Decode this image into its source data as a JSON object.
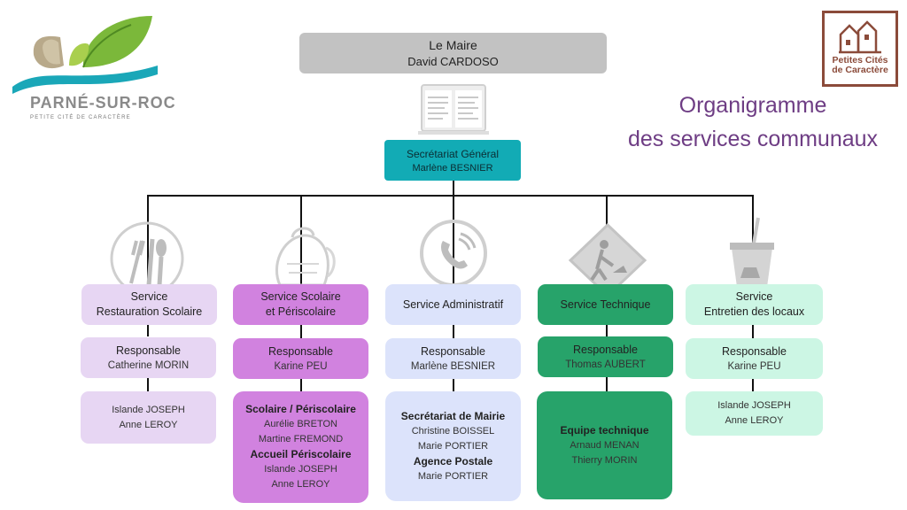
{
  "logos": {
    "left": {
      "name": "PARNÉ-SUR-ROC",
      "tagline": "PETITE CITÉ DE CARACTÈRE"
    },
    "right": {
      "label_line1": "Petites Cités",
      "label_line2": "de Caractère"
    }
  },
  "title": {
    "line1": "Organigramme",
    "line2": "des services communaux"
  },
  "mayor": {
    "role": "Le Maire",
    "name": "David CARDOSO"
  },
  "secretariat": {
    "role": "Secrétariat Général",
    "name": "Marlène BESNIER"
  },
  "services": [
    {
      "title_line1": "Service",
      "title_line2": "Restauration Scolaire",
      "responsable_label": "Responsable",
      "responsable_name": "Catherine MORIN",
      "staff": [
        "Islande JOSEPH",
        "Anne LEROY"
      ]
    },
    {
      "title_line1": "Service Scolaire",
      "title_line2": "et Périscolaire",
      "responsable_label": "Responsable",
      "responsable_name": "Karine PEU",
      "group1_title": "Scolaire / Périscolaire",
      "group1_staff": [
        "Aurélie BRETON",
        "Martine FREMOND"
      ],
      "group2_title": "Accueil Périscolaire",
      "group2_staff": [
        "Islande JOSEPH",
        "Anne LEROY"
      ]
    },
    {
      "title_line1": "Service Administratif",
      "responsable_label": "Responsable",
      "responsable_name": "Marlène BESNIER",
      "group1_title": "Secrétariat de Mairie",
      "group1_staff": [
        "Christine BOISSEL",
        "Marie PORTIER"
      ],
      "group2_title": "Agence Postale",
      "group2_staff": [
        "Marie PORTIER"
      ]
    },
    {
      "title_line1": "Service Technique",
      "responsable_label": "Responsable",
      "responsable_name": "Thomas AUBERT",
      "group1_title": "Equipe technique",
      "group1_staff": [
        "Arnaud MENAN",
        "Thierry MORIN"
      ]
    },
    {
      "title_line1": "Service",
      "title_line2": "Entretien des locaux",
      "responsable_label": "Responsable",
      "responsable_name": "Karine PEU",
      "staff": [
        "Islande JOSEPH",
        "Anne LEROY"
      ]
    }
  ],
  "colors": {
    "mayor": "#c2c2c2",
    "secretariat": "#12abb5",
    "restauration": "#e7d6f3",
    "scolaire": "#d182df",
    "administratif": "#dce3fb",
    "technique": "#27a36a",
    "entretien": "#ccf6e4",
    "title": "#6e3d84"
  },
  "icons": [
    "cutlery-plate-icon",
    "backpack-icon",
    "phone-icon",
    "roadwork-sign-icon",
    "mop-bucket-icon",
    "document-screen-icon"
  ]
}
